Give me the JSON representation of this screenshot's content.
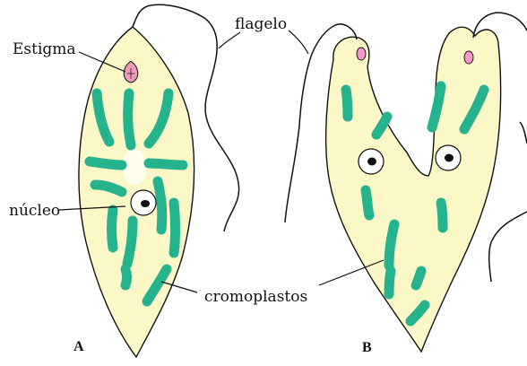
{
  "labels": {
    "flagelo": "flagelo",
    "estigma": "Estigma",
    "nucleo": "núcleo",
    "cromoplastos": "cromoplastos",
    "panel_a": "A",
    "panel_b": "B"
  },
  "colors": {
    "cell_fill": "#fbf7c7",
    "chromoplast": "#24b38d",
    "stigma": "#ef9cbc",
    "outline": "#111111"
  }
}
